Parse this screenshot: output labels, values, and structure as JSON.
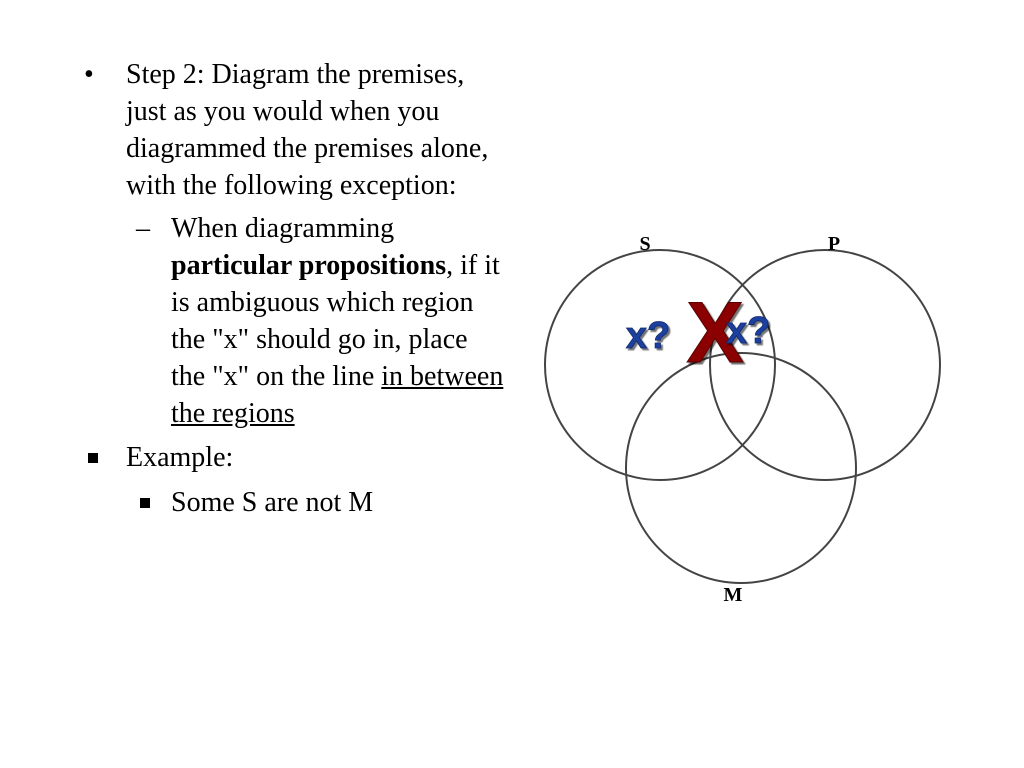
{
  "bullets": {
    "step2": "Step 2: Diagram the premises, just as you would when you diagrammed the premises alone, with the following exception:",
    "sub_pre": "When diagramming ",
    "sub_bold": "particular propositions",
    "sub_mid": ", if it is ambiguous which region the \"x\" should go in, place the \"x\" on the line ",
    "sub_underline": "in between the regions",
    "example": "Example:",
    "example_sub": "Some S are not M"
  },
  "markers": {
    "bullet": "•",
    "dash": "–"
  },
  "diagram": {
    "label_s": "S",
    "label_p": "P",
    "label_m": "M",
    "mark_x": "X",
    "mark_xq": "x?"
  },
  "colors": {
    "circle_stroke": "#444444",
    "x_mark": "#8b0000",
    "xq_mark": "#1f3f9f"
  }
}
